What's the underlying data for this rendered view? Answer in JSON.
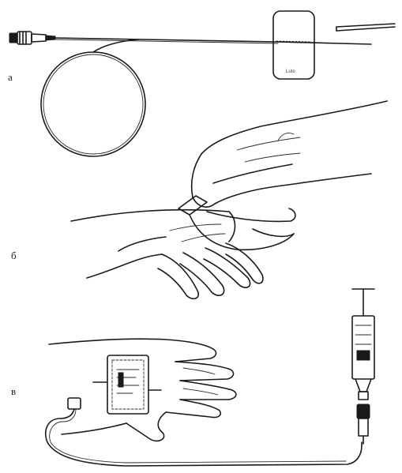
{
  "panels": [
    {
      "id": "a",
      "label": "a"
    },
    {
      "id": "b",
      "label": "б"
    },
    {
      "id": "v",
      "label": "в"
    }
  ],
  "wing_tag_text": "Luto",
  "colors": {
    "ink": "#1a1a1a",
    "paper": "#ffffff"
  }
}
